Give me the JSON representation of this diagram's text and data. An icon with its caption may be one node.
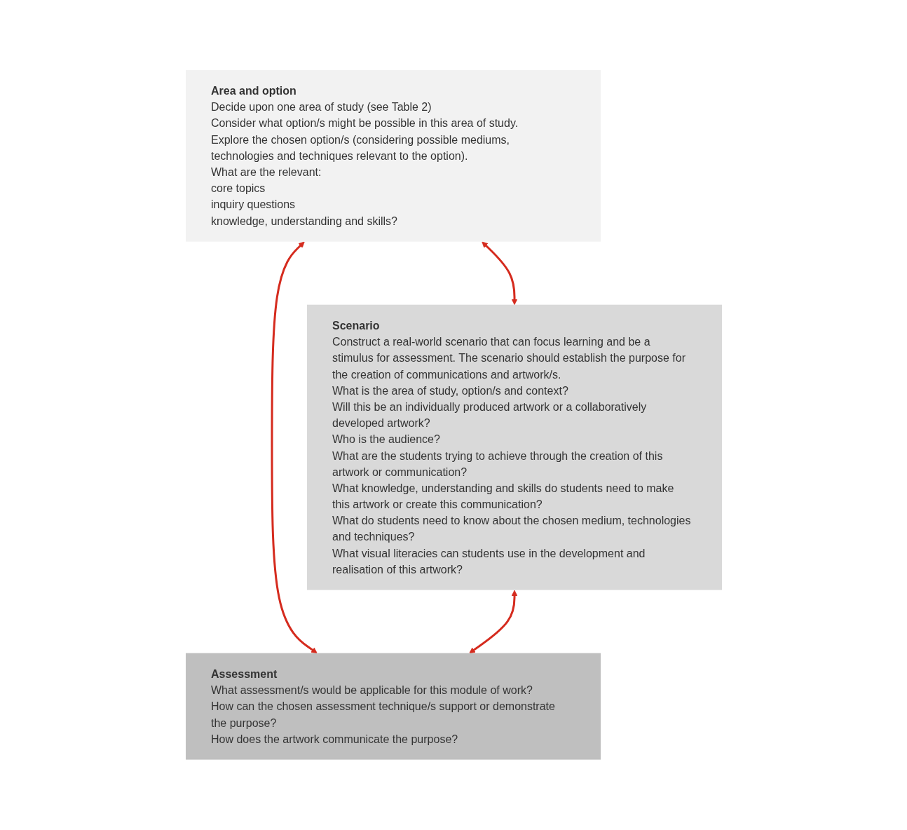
{
  "diagram": {
    "nodes": [
      {
        "text": [
          "Area and option",
          "Decide upon one area of study (see Table 2)",
          "Consider what option/s might be possible in this area of study.",
          "Explore the chosen option/s (considering possible mediums, technologies and techniques relevant to the option).",
          "What are the relevant:",
          "core topics",
          "inquiry questions",
          "knowledge, understanding and skills?"
        ]
      },
      {
        "text": [
          "Scenario",
          "Construct a real-world scenario that can focus learning and be a stimulus for assessment. The scenario should establish the purpose for the creation of communications and artwork/s.",
          "What is the area of study, option/s and context?",
          "Will this be an individually produced artwork or a collaboratively developed artwork?",
          "Who is the audience?",
          "What are the students trying to achieve through the creation of this artwork or communication?",
          "What knowledge, understanding and skills do students need to make this artwork or create this communication?",
          "What do students need to know about the chosen medium, technologies and techniques?",
          "What visual literacies can students use in the development and realisation of this artwork?"
        ]
      },
      {
        "text": [
          "Assessment",
          "What assessment/s would be applicable for this module of work?",
          "How can the chosen assessment technique/s support or demonstrate the purpose?",
          "How does the artwork communicate the purpose?"
        ]
      }
    ],
    "edges": [
      {
        "from": 0,
        "to": 1,
        "arrow": "both",
        "color": "#d52b1e"
      },
      {
        "from": 0,
        "to": 2,
        "arrow": "both",
        "color": "#d52b1e"
      },
      {
        "from": 1,
        "to": 2,
        "arrow": "both",
        "color": "#d52b1e"
      }
    ]
  }
}
